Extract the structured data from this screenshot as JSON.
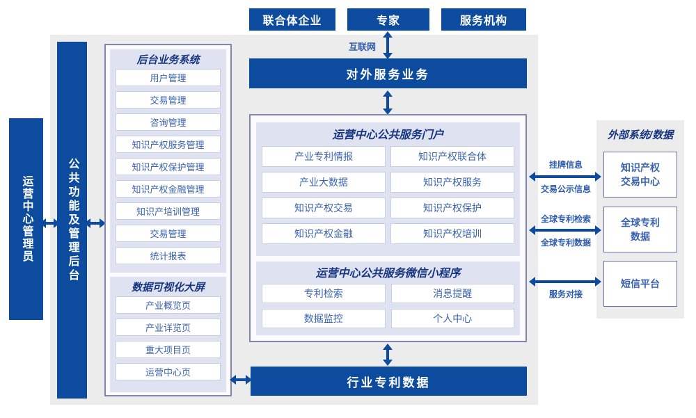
{
  "colors": {
    "primary_blue": "#0d4b9e",
    "header_navy": "#17357f",
    "item_text_blue": "#3a62ae",
    "panel_lavender": "#dfe3f1",
    "gray_background": "#ececec",
    "container_border": "#8087b2",
    "arrow_label_blue": "#2e5cab"
  },
  "top_actors": {
    "box1": "联合体企业",
    "box2": "专家",
    "box3": "服务机构"
  },
  "internet_label": "互联网",
  "external_service_bar": "对外服务业务",
  "bottom_bar": "行业专利数据",
  "left": {
    "admin_bar": "运营中心管理员",
    "backend_bar": "公共功能及管理后台",
    "backend_system": {
      "title": "后台业务系统",
      "items": [
        "用户管理",
        "交易管理",
        "咨询管理",
        "知识产权服务管理",
        "知识产权保护管理",
        "知识产权金融管理",
        "知识产培训管理",
        "交易管理",
        "统计报表"
      ]
    },
    "dashboard": {
      "title": "数据可视化大屏",
      "items": [
        "产业概览页",
        "产业详览页",
        "重大项目页",
        "运营中心页"
      ]
    }
  },
  "center": {
    "portal": {
      "title": "运营中心公共服务门户",
      "items": [
        "产业专利情报",
        "知识产权联合体",
        "产业大数据",
        "知识产权服务",
        "知识产权交易",
        "知识产权保护",
        "知识产权金融",
        "知识产权培训"
      ]
    },
    "miniprogram": {
      "title": "运营中心公共服务微信小程序",
      "items": [
        "专利检索",
        "消息提醒",
        "数据监控",
        "个人中心"
      ]
    }
  },
  "right": {
    "title": "外部系统/数据",
    "systems": [
      "知识产权\n交易中心",
      "全球专利\n数据",
      "短信平台"
    ]
  },
  "connections": {
    "conn1_top": "挂牌信息",
    "conn1_bottom": "交易公示信息",
    "conn2_top": "全球专利检索",
    "conn2_bottom": "全球专利数据",
    "conn3_bottom": "服务对接"
  }
}
